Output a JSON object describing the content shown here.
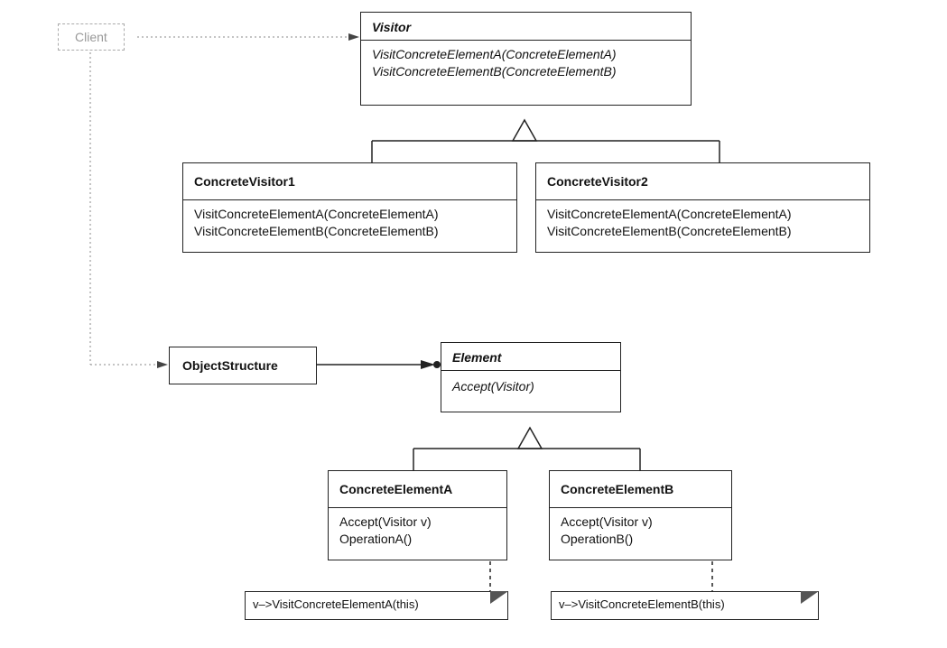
{
  "client": {
    "label": "Client"
  },
  "visitor": {
    "name": "Visitor",
    "operations": [
      "VisitConcreteElementA(ConcreteElementA)",
      "VisitConcreteElementB(ConcreteElementB)"
    ]
  },
  "concrete_visitor_1": {
    "name": "ConcreteVisitor1",
    "operations": [
      "VisitConcreteElementA(ConcreteElementA)",
      "VisitConcreteElementB(ConcreteElementB)"
    ]
  },
  "concrete_visitor_2": {
    "name": "ConcreteVisitor2",
    "operations": [
      "VisitConcreteElementA(ConcreteElementA)",
      "VisitConcreteElementB(ConcreteElementB)"
    ]
  },
  "object_structure": {
    "name": "ObjectStructure"
  },
  "element": {
    "name": "Element",
    "operations": [
      "Accept(Visitor)"
    ]
  },
  "concrete_element_a": {
    "name": "ConcreteElementA",
    "operations": [
      "Accept(Visitor v)",
      "OperationA()"
    ]
  },
  "concrete_element_b": {
    "name": "ConcreteElementB",
    "operations": [
      "Accept(Visitor v)",
      "OperationB()"
    ]
  },
  "note_a": {
    "text": "v–>VisitConcreteElementA(this)"
  },
  "note_b": {
    "text": "v–>VisitConcreteElementB(this)"
  }
}
